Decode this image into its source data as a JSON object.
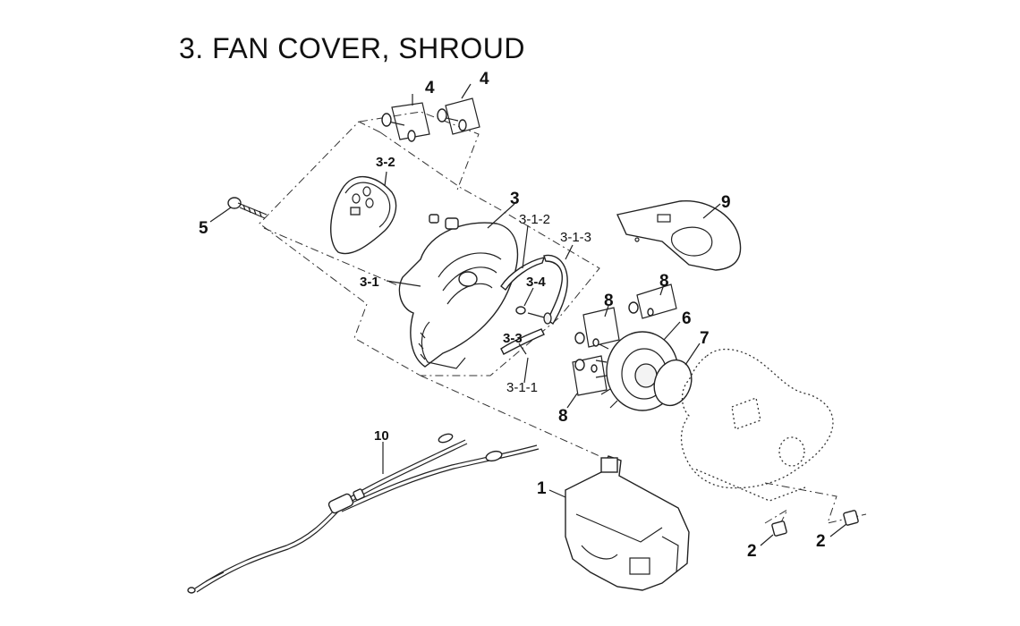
{
  "title": "3. FAN COVER, SHROUD",
  "labels": {
    "l4a": "4",
    "l4b": "4",
    "l3_2": "3-2",
    "l3": "3",
    "l3_1_2": "3-1-2",
    "l3_1_3": "3-1-3",
    "l9": "9",
    "l5": "5",
    "l3_1": "3-1",
    "l3_4": "3-4",
    "l8a": "8",
    "l8b": "8",
    "l6": "6",
    "l7": "7",
    "l3_3": "3-3",
    "l3_1_1": "3-1-1",
    "l8c": "8",
    "l10": "10",
    "l1": "1",
    "l2a": "2",
    "l2b": "2"
  }
}
